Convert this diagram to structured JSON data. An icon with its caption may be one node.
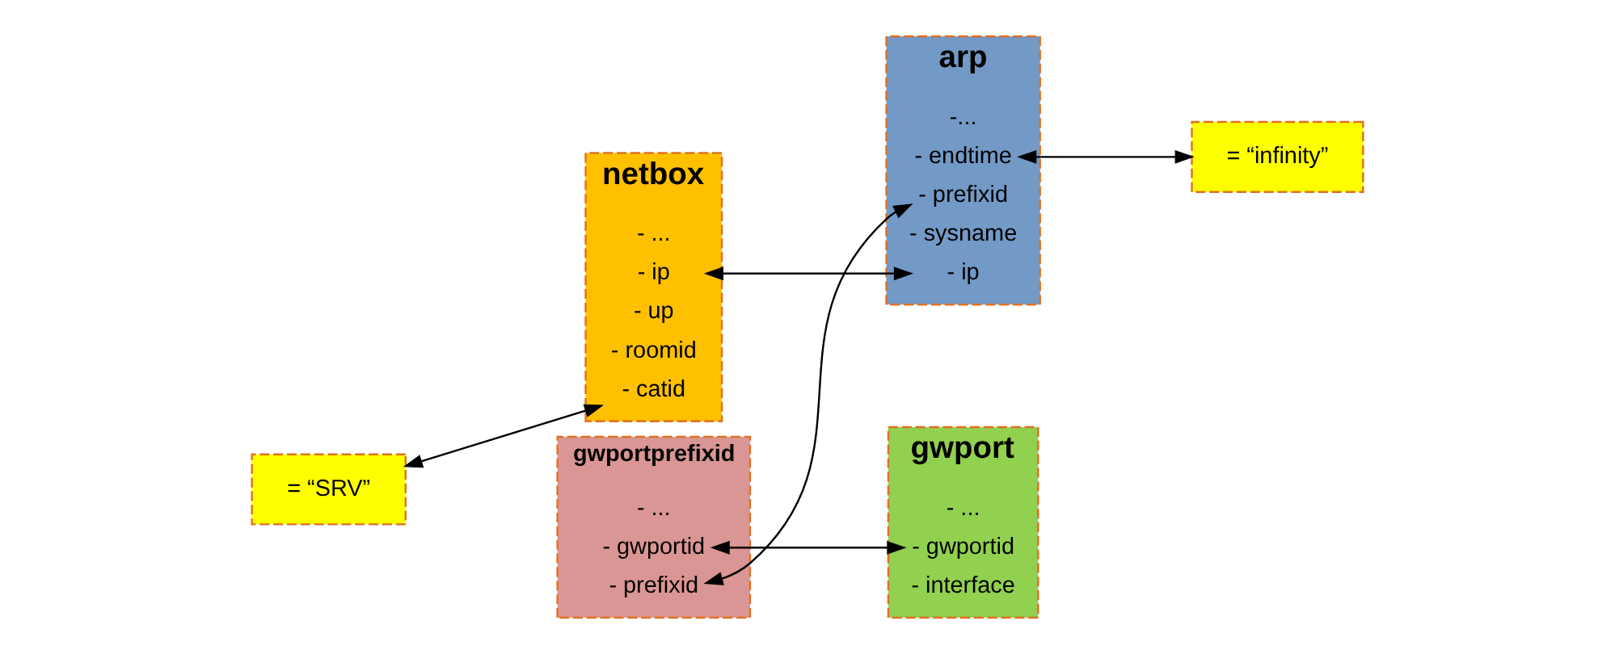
{
  "diagram": {
    "nodes": [
      {
        "text": [
          "= “SRV”"
        ]
      },
      {
        "text": [
          "netbox"
        ]
      },
      {
        "text": [
          "- catid"
        ],
        "in": 1
      },
      {
        "text": [
          "- roomid"
        ],
        "in": 1
      },
      {
        "text": [
          "- up"
        ],
        "in": 1
      },
      {
        "text": [
          "- ip"
        ],
        "in": 1
      },
      {
        "text": [
          "- ..."
        ],
        "in": 1
      },
      {
        "text": [
          "arp"
        ]
      },
      {
        "text": [
          "- ip"
        ],
        "in": 7
      },
      {
        "text": [
          "- sysname"
        ],
        "in": 7
      },
      {
        "text": [
          "- prefixid"
        ],
        "in": 7
      },
      {
        "text": [
          "- endtime"
        ],
        "in": 7
      },
      {
        "text": [
          "-..."
        ],
        "in": 7
      },
      {
        "text": [
          "= “infinity”"
        ]
      },
      {
        "text": [
          "gwportprefixid"
        ]
      },
      {
        "text": [
          "- prefixid"
        ],
        "in": 14
      },
      {
        "text": [
          "- gwportid"
        ],
        "in": 14
      },
      {
        "text": [
          "- ..."
        ],
        "in": 14
      },
      {
        "text": [
          "gwport"
        ]
      },
      {
        "text": [
          "- interface"
        ],
        "in": 18
      },
      {
        "text": [
          "- gwportid"
        ],
        "in": 18
      },
      {
        "text": [
          "- ..."
        ],
        "in": 18
      }
    ],
    "edges": [
      {
        "from": 0,
        "to": 2,
        "arrow": "both"
      },
      {
        "from": 5,
        "to": 8,
        "arrow": "both"
      },
      {
        "from": 11,
        "to": 13,
        "arrow": "both"
      },
      {
        "from": 10,
        "to": 15,
        "arrow": "both"
      },
      {
        "from": 16,
        "to": 20,
        "arrow": "both"
      }
    ]
  }
}
